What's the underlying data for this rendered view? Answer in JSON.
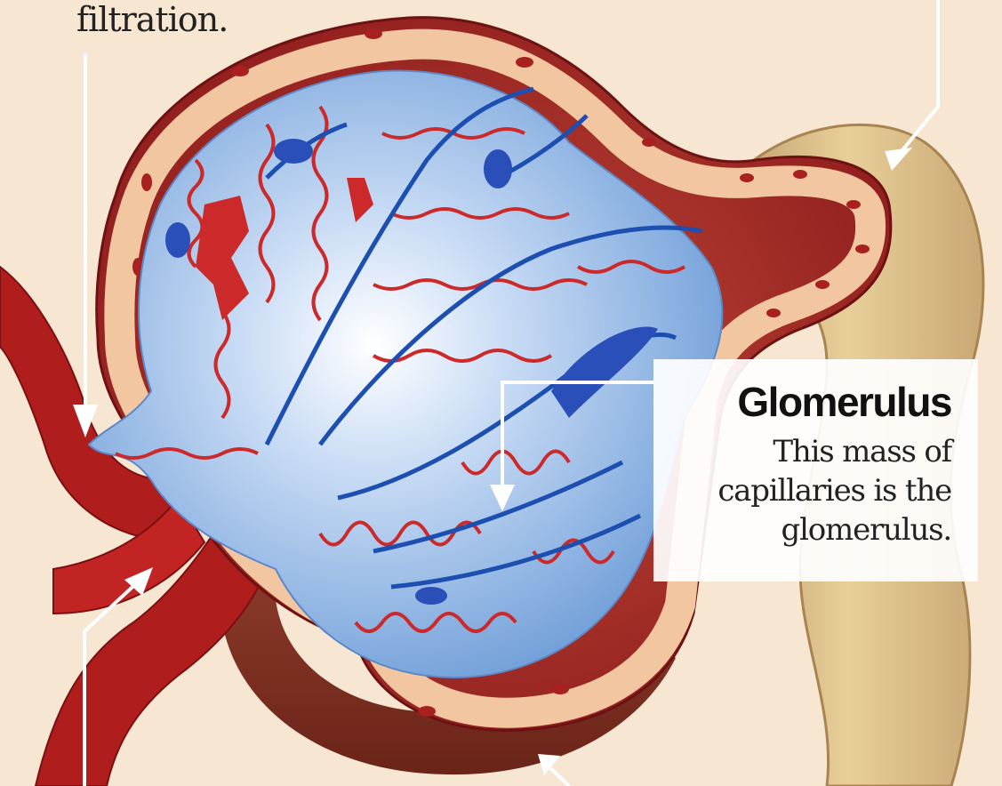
{
  "captions": {
    "top_left_fragment": "filtration."
  },
  "glomerulus_callout": {
    "title": "Glomerulus",
    "description": "This mass of\ncapillaries is the\nglomerulus."
  },
  "colors": {
    "background": "#f6e6d2",
    "capillary_red": "#cc2a2a",
    "capillary_blue": "#1d4fb0",
    "glomerulus_fill": "#8fb7e8",
    "capsule_wall": "#e9b48c",
    "tubule_tan": "#d8bb88"
  }
}
